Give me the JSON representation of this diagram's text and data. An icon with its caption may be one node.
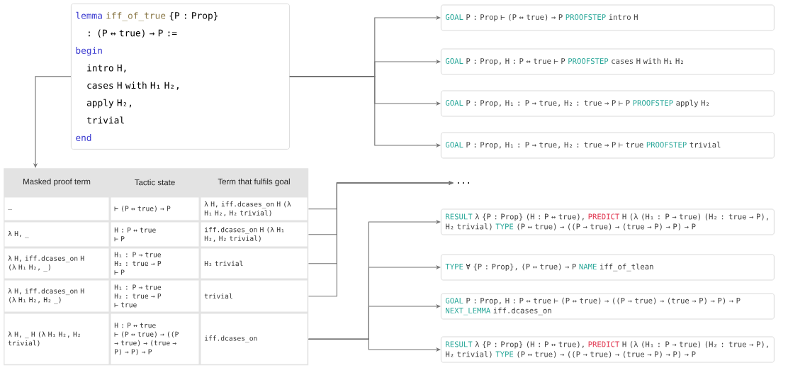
{
  "diagram": {
    "nodes": [
      {
        "text": [
          "lemma",
          "iff_of_true",
          "{P : Prop}",
          ": (P ↔ true) → P :=",
          "begin",
          "intro H,",
          "cases H with H₁ H₂,",
          "apply H₂,",
          "trivial",
          "end"
        ]
      },
      {
        "text": [
          "GOAL",
          "P : Prop ⊢ (P ↔ true) → P",
          "PROOFSTEP",
          "intro H"
        ]
      },
      {
        "text": [
          "GOAL",
          "P : Prop, H : P ↔ true ⊢ P",
          "PROOFSTEP",
          "cases H with H₁ H₂"
        ]
      },
      {
        "text": [
          "GOAL",
          "P : Prop, H₁ : P → true, H₂ : true → P ⊢ P",
          "PROOFSTEP",
          "apply H₂"
        ]
      },
      {
        "text": [
          "GOAL",
          "P : Prop, H₁ : P → true, H₂ : true → P ⊢ true",
          "PROOFSTEP",
          "trivial"
        ]
      },
      {
        "text": [
          "Masked proof term",
          "Tactic state",
          "Term that fulfils goal"
        ]
      },
      {
        "text": [
          "_",
          "⊢ (P ↔ true) → P",
          "λ H, iff.dcases_on H (λ H₁ H₂, H₂ trivial)"
        ],
        "in": 5
      },
      {
        "text": [
          "λ H, _",
          "H : P ↔ true",
          "⊢ P",
          "iff.dcases_on H (λ H₁ H₂, H₂ trivial)"
        ],
        "in": 5
      },
      {
        "text": [
          "λ H, iff.dcases_on H (λ H₁ H₂, _)",
          "H₁ : P → true",
          "H₂ : true → P",
          "⊢ P",
          "H₂ trivial"
        ],
        "in": 5
      },
      {
        "text": [
          "λ H, iff.dcases_on H (λ H₁ H₂, H₂ _)",
          "H₁ : P → true",
          "H₂ : true → P",
          "⊢ true",
          "trivial"
        ],
        "in": 5
      },
      {
        "text": [
          "λ H, _ H (λ H₁ H₂, H₂ trivial)",
          "H : P ↔ true",
          "⊢ (P ↔ true) → ((P → true) → (true → P) → P) → P",
          "iff.dcases_on"
        ],
        "in": 5
      },
      {
        "text": [
          "..."
        ]
      },
      {
        "text": [
          "RESULT",
          "λ {P : Prop} (H : P ↔ true),",
          "PREDICT",
          "H (λ (H₁ : P → true) (H₂ : true → P), H₂ trivial)",
          "TYPE",
          "(P ↔ true) → ((P → true) → (true → P) → P) → P"
        ]
      },
      {
        "text": [
          "TYPE",
          "∀ {P : Prop}, (P ↔ true) → P",
          "NAME",
          "iff_of_tlean"
        ]
      },
      {
        "text": [
          "GOAL",
          "P : Prop, H : P ↔ true ⊢ (P ↔ true) → ((P → true) → (true → P) → P) → P",
          "NEXT_LEMMA",
          "iff.dcases_on"
        ]
      },
      {
        "text": [
          "RESULT",
          "λ {P : Prop} (H : P ↔ true),",
          "PREDICT",
          "H (λ (H₁ : P → true) (H₂ : true → P), H₂ trivial)",
          "TYPE",
          "(P ↔ true) → ((P → true) → (true → P) → P) → P"
        ]
      }
    ],
    "edges": [
      {
        "from": 0,
        "to": 1,
        "arrow": "to"
      },
      {
        "from": 0,
        "to": 2,
        "arrow": "to"
      },
      {
        "from": 0,
        "to": 3,
        "arrow": "to"
      },
      {
        "from": 0,
        "to": 4,
        "arrow": "to"
      },
      {
        "from": 0,
        "to": 5,
        "arrow": "to"
      },
      {
        "from": 6,
        "to": 11,
        "arrow": "to"
      },
      {
        "from": 7,
        "to": 11,
        "arrow": "to"
      },
      {
        "from": 8,
        "to": 11,
        "arrow": "to"
      },
      {
        "from": 9,
        "to": 11,
        "arrow": "to"
      },
      {
        "from": 10,
        "to": 12,
        "arrow": "to"
      },
      {
        "from": 10,
        "to": 13,
        "arrow": "to"
      },
      {
        "from": 10,
        "to": 14,
        "arrow": "to"
      },
      {
        "from": 10,
        "to": 15,
        "arrow": "to"
      }
    ]
  }
}
